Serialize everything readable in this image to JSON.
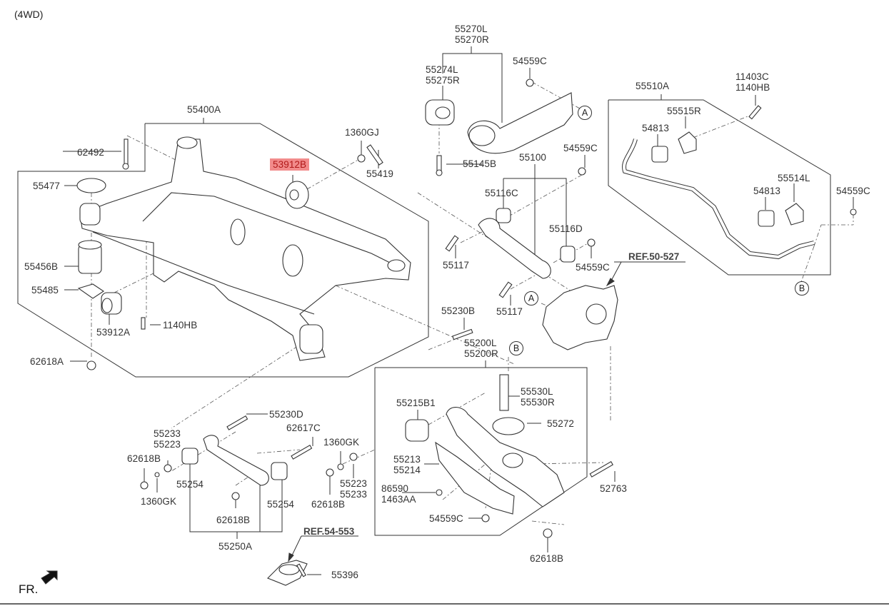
{
  "diagram": {
    "variant_label": "(4WD)",
    "front_indicator": "FR.",
    "highlight_color": "#f28b8b",
    "groups": [
      {
        "id": "55400A",
        "label": "55400A",
        "name": "Crossmember assembly",
        "parts": [
          "62492",
          "55477",
          "55456B",
          "55485",
          "53912A",
          "1140HB",
          "62618A",
          "53912B",
          "1360GJ",
          "55419"
        ]
      },
      {
        "id": "55270",
        "label": [
          "55270L",
          "55270R"
        ],
        "name": "Trailing arm",
        "parts": [
          "55274L",
          "55275R",
          "55145B",
          "54559C"
        ]
      },
      {
        "id": "55510A",
        "label": "55510A",
        "name": "Stabilizer bar",
        "parts": [
          "55515R",
          "54813",
          "55514L",
          "11403C",
          "1140HB",
          "54559C"
        ]
      },
      {
        "id": "55100",
        "label": "55100",
        "name": "Upper arm",
        "parts": [
          "55116C",
          "55116D",
          "55117",
          "54559C"
        ]
      },
      {
        "id": "55200",
        "label": [
          "55200L",
          "55200R"
        ],
        "name": "Lower arm",
        "parts": [
          "55215B1",
          "55530L",
          "55530R",
          "55272",
          "55213",
          "55214",
          "86590",
          "1463AA",
          "54559C"
        ]
      },
      {
        "id": "55250A",
        "label": "55250A",
        "name": "Assist arm",
        "parts": [
          "55233",
          "55223",
          "62618B",
          "1360GK",
          "55254",
          "55230D",
          "62617C"
        ]
      }
    ],
    "labels": {
      "l55400A": "55400A",
      "l62492": "62492",
      "l55477": "55477",
      "l55456B": "55456B",
      "l55485": "55485",
      "l53912A": "53912A",
      "l1140HB_a": "1140HB",
      "l62618A": "62618A",
      "l53912B": "53912B",
      "l1360GJ": "1360GJ",
      "l55419": "55419",
      "l55270": [
        "55270L",
        "55270R"
      ],
      "l55274": [
        "55274L",
        "55275R"
      ],
      "l54559C_a": "54559C",
      "l55145B": "55145B",
      "l55510A": "55510A",
      "l11403C": [
        "11403C",
        "1140HB"
      ],
      "l55515R": "55515R",
      "l54813_a": "54813",
      "l55514L": "55514L",
      "l54813_b": "54813",
      "l54559C_b": "54559C",
      "l55100": "55100",
      "l54559C_c": "54559C",
      "l55116C": "55116C",
      "l55116D": "55116D",
      "l55117_a": "55117",
      "l54559C_d": "54559C",
      "l55117_b": "55117",
      "l55230B": "55230B",
      "l55200": [
        "55200L",
        "55200R"
      ],
      "l55530": [
        "55530L",
        "55530R"
      ],
      "l55215B1": "55215B1",
      "l55272": "55272",
      "l55213": [
        "55213",
        "55214"
      ],
      "l86590": [
        "86590",
        "1463AA"
      ],
      "l54559C_e": "54559C",
      "l52763": "52763",
      "l62618B_d": "62618B",
      "l55230D": "55230D",
      "l55233_a": [
        "55233",
        "55223"
      ],
      "l62617C": "62617C",
      "l1360GK_a": "1360GK",
      "l62618B_a": "62618B",
      "l55254_a": "55254",
      "l1360GK_b": "1360GK",
      "l62618B_b": "62618B",
      "l55254_b": "55254",
      "l62618B_c": "62618B",
      "l55223_b": [
        "55223",
        "55233"
      ],
      "l55250A": "55250A",
      "l55396": "55396"
    },
    "references": {
      "ref_50_527": "REF.50-527",
      "ref_54_553": "REF.54-553"
    },
    "connectors": {
      "A1": "A",
      "A2": "A",
      "B1": "B",
      "B2": "B"
    },
    "highlighted_part": "53912B"
  }
}
